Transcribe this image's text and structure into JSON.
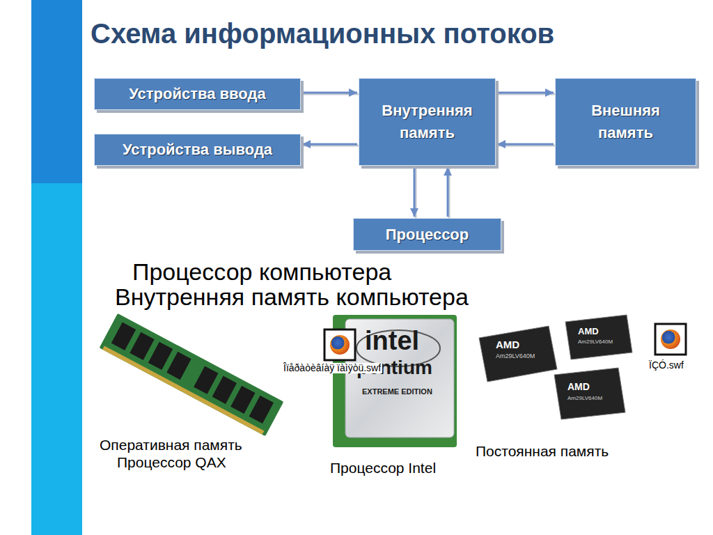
{
  "diagram": {
    "title": "Схема информационных потоков",
    "nodes": [
      {
        "text": [
          "Устройства ввода"
        ]
      },
      {
        "text": [
          "Устройства вывода"
        ]
      },
      {
        "text": [
          "Внутренняя память"
        ]
      },
      {
        "text": [
          "Внешняя память"
        ]
      },
      {
        "text": [
          "Процессор"
        ]
      }
    ],
    "edges": [
      {
        "from": 0,
        "to": 2,
        "arrow": "to"
      },
      {
        "from": 2,
        "to": 1,
        "arrow": "to"
      },
      {
        "from": 2,
        "to": 3,
        "arrow": "to"
      },
      {
        "from": 3,
        "to": 2,
        "arrow": "to"
      },
      {
        "from": 2,
        "to": 4,
        "arrow": "to"
      },
      {
        "from": 4,
        "to": 2,
        "arrow": "to"
      }
    ],
    "labels": [
      "Процессор компьютера",
      "Внутренняя память компьютера",
      "intel",
      "pentium",
      "EXTREME EDITION",
      "Îïåðàòèâíàÿ ïàìÿòü.swf",
      "AMD",
      "Am29LV640M",
      "AMD",
      "Am29LV640M",
      "AMD",
      "Am29LV640M",
      "ÏÇÓ.swf",
      "Оперативная память",
      "Процессор QAX",
      "Процессор Intel",
      "Постоянная память"
    ]
  }
}
